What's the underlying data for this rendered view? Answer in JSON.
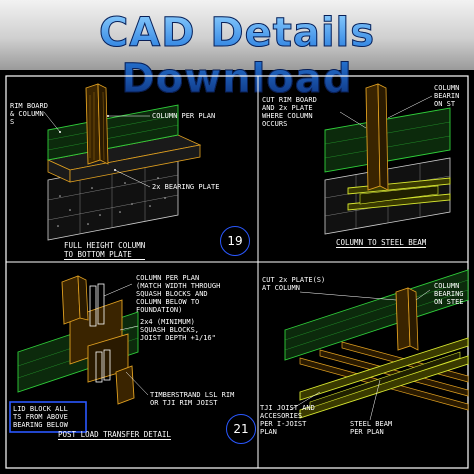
{
  "banner": {
    "title": "CAD Details Download"
  },
  "panels": {
    "top_left": {
      "label_rim": "RIM BOARD\n& COLUMN\nS",
      "label_column": "COLUMN PER PLAN",
      "label_bearing": "2x BEARING PLATE",
      "caption": "FULL HEIGHT COLUMN\nTO BOTTOM PLATE",
      "detail_number": "19"
    },
    "top_right": {
      "label_cut": "CUT RIM BOARD\nAND 2x PLATE\nWHERE COLUMN\nOCCURS",
      "label_column": "COLUMN\nBEARIN\nON ST",
      "caption": "COLUMN TO STEEL BEAM"
    },
    "bottom_left": {
      "label_column": "COLUMN PER PLAN\n(MATCH WIDTH THROUGH\nSQUASH BLOCKS AND\nCOLUMN BELOW TO\nFOUNDATION)",
      "label_squash": "2x4 (MINIMUM)\nSQUASH BLOCKS,\nJOIST DEPTH +1/16\"",
      "label_timber": "TIMBERSTRAND LSL RIM\nOR TJI RIM JOIST",
      "boxed_note": "LID BLOCK ALL\nTS FROM ABOVE\nBEARING BELOW",
      "caption": "POST LOAD TRANSFER DETAIL",
      "detail_number": "21"
    },
    "bottom_right": {
      "label_cut": "CUT 2x PLATE(S)\nAT COLUMN",
      "label_column": "COLUMN\nBEARING\nON STEE",
      "label_tji": "TJI JOIST AND\nACCESORIES\nPER I-JOIST\nPLAN",
      "label_steel": "STEEL BEAM\nPER PLAN"
    }
  },
  "colors": {
    "background": "#000000",
    "border": "#ffffff",
    "lumber": "#e0a020",
    "joist": "#2fcf3a",
    "steel": "#d8e830",
    "block": "#cfcfcf",
    "circle": "#2a58ff",
    "note_box": "#2a58ff"
  }
}
